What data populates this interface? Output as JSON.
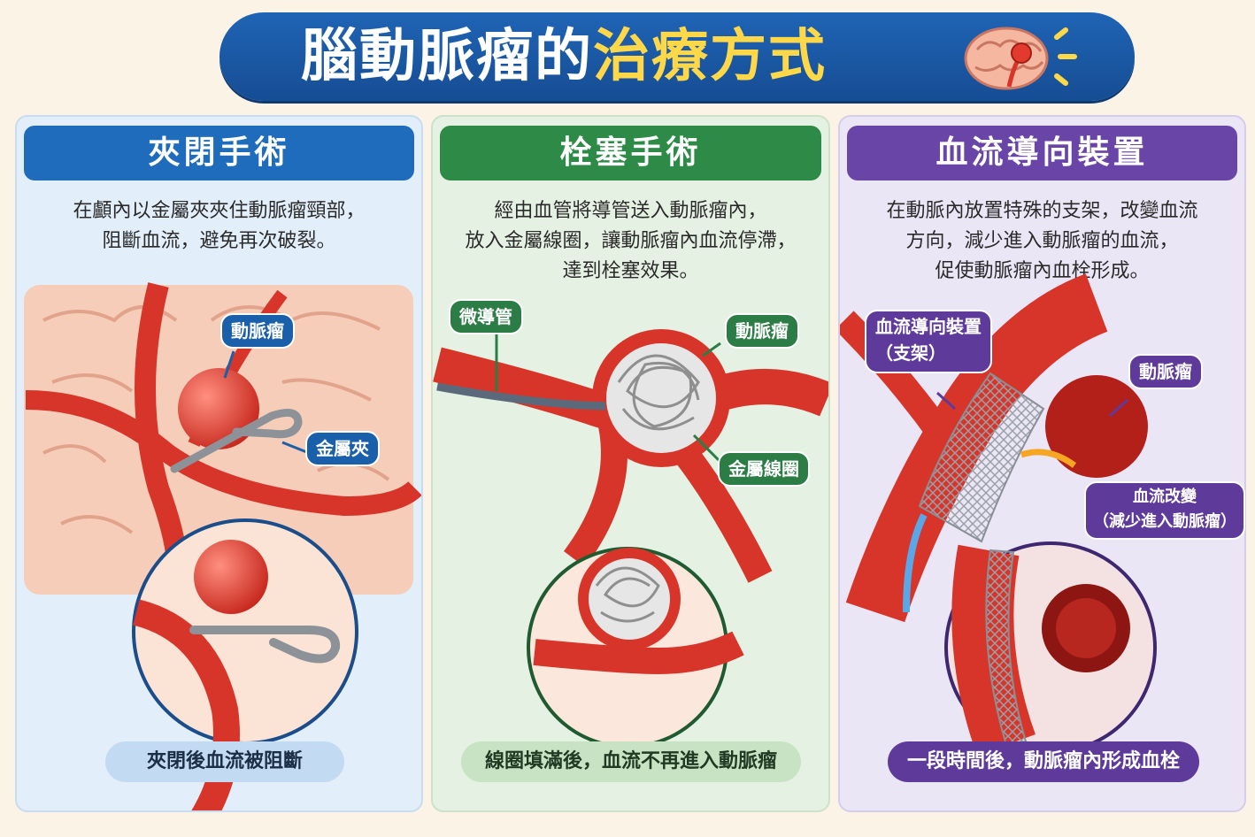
{
  "title": {
    "part1": "腦動脈瘤的",
    "part2": "治療方式"
  },
  "panels": [
    {
      "heading": "夾閉手術",
      "desc_line1": "在顱內以金屬夾夾住動脈瘤頸部，",
      "desc_line2": "阻斷血流，避免再次破裂。",
      "labels": {
        "aneurysm": "動脈瘤",
        "clip": "金屬夾"
      },
      "footer": "夾閉後血流被阻斷"
    },
    {
      "heading": "栓塞手術",
      "desc_line1": "經由血管將導管送入動脈瘤內，",
      "desc_line2": "放入金屬線圈，讓動脈瘤內血流停滯，",
      "desc_line3": "達到栓塞效果。",
      "labels": {
        "catheter": "微導管",
        "aneurysm": "動脈瘤",
        "coil": "金屬線圈"
      },
      "footer": "線圈填滿後，血流不再進入動脈瘤"
    },
    {
      "heading": "血流導向裝置",
      "desc_line1": "在動脈內放置特殊的支架，改變血流",
      "desc_line2": "方向，減少進入動脈瘤的血流，",
      "desc_line3": "促使動脈瘤內血栓形成。",
      "labels": {
        "device_line1": "血流導向裝置",
        "device_line2": "（支架）",
        "aneurysm": "動脈瘤",
        "flow_line1": "血流改變",
        "flow_line2": "（減少進入動脈瘤）"
      },
      "footer": "一段時間後，動脈瘤內形成血栓"
    }
  ],
  "colors": {
    "blue": "#1f6cbd",
    "green": "#2e8a47",
    "purple": "#6a45a8",
    "artery": "#e23b2e",
    "title_highlight": "#ffd84a"
  },
  "icons": {
    "title_icon": "brain-icon"
  }
}
